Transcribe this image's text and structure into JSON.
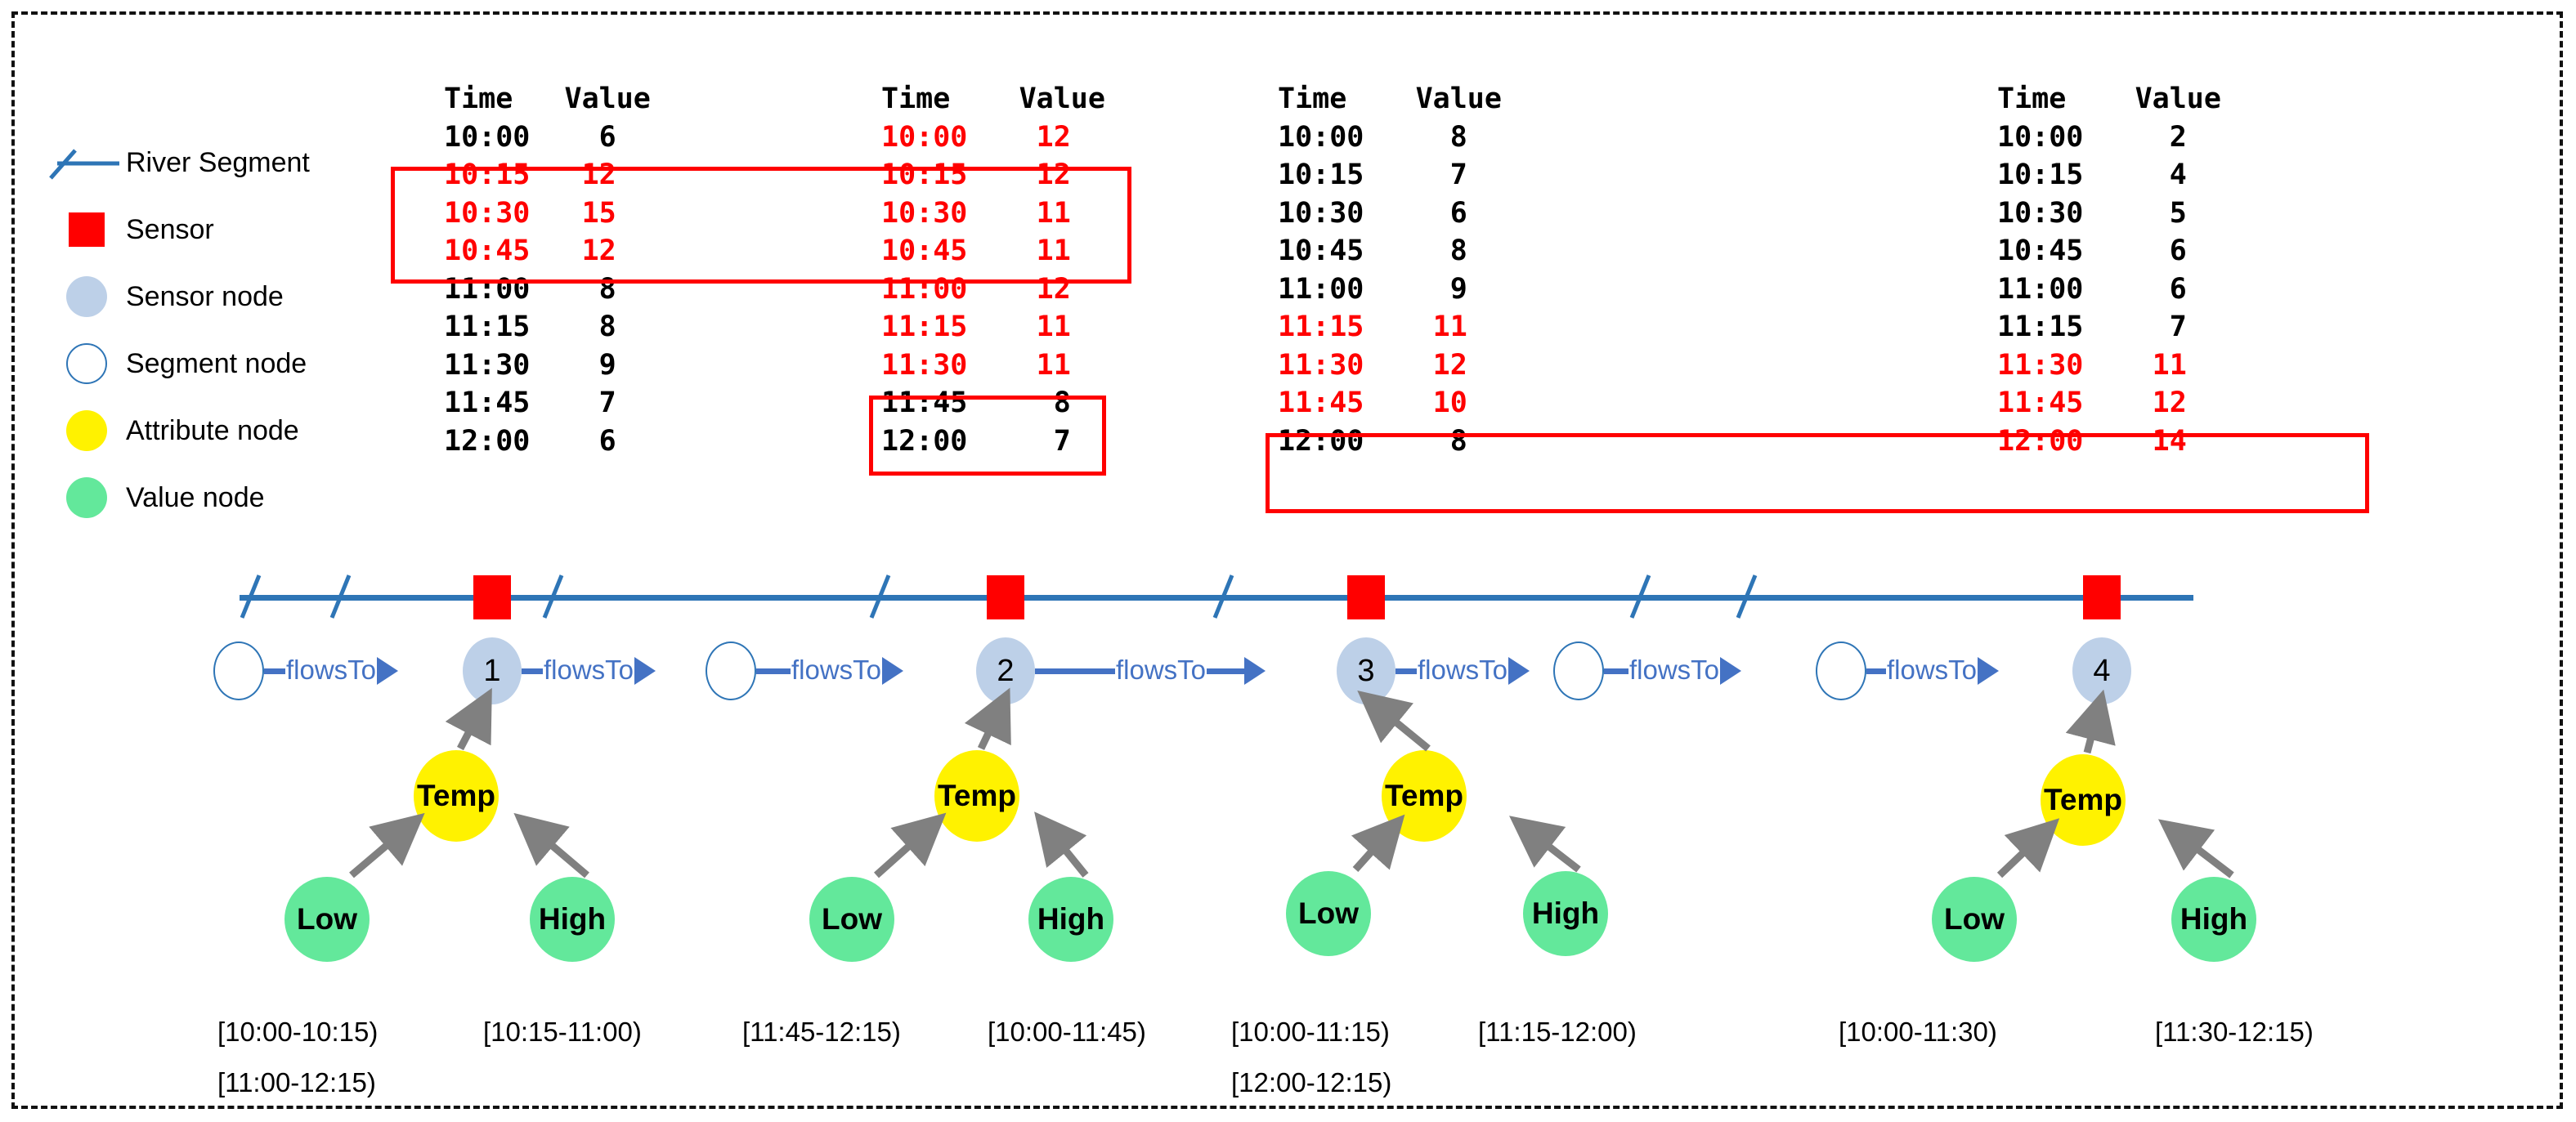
{
  "legend": {
    "items": [
      {
        "icon": "river-segment-line-icon",
        "label": "River Segment"
      },
      {
        "icon": "sensor-square-icon",
        "label": "Sensor"
      },
      {
        "icon": "sensor-node-circle-icon",
        "label": "Sensor node"
      },
      {
        "icon": "segment-node-circle-icon",
        "label": "Segment node"
      },
      {
        "icon": "attribute-node-circle-icon",
        "label": "Attribute node"
      },
      {
        "icon": "value-node-circle-icon",
        "label": "Value node"
      }
    ]
  },
  "colors": {
    "river": "#2e75b6",
    "sensor": "#FF0000",
    "sensor_node": "#bdd0e8",
    "segment_node": "#ffffff",
    "attribute_node": "#FFF200",
    "value_node": "#63E89B",
    "flows_to": "#4472C4",
    "highlight": "#FF0000",
    "arrow": "#808080"
  },
  "tables": {
    "headers": {
      "time": "Time",
      "value": "Value"
    },
    "series": [
      {
        "sensor": "1",
        "rows": [
          {
            "time": "10:00",
            "value": "6",
            "red": false
          },
          {
            "time": "10:15",
            "value": "12",
            "red": true
          },
          {
            "time": "10:30",
            "value": "15",
            "red": true
          },
          {
            "time": "10:45",
            "value": "12",
            "red": true
          },
          {
            "time": "11:00",
            "value": "8",
            "red": false
          },
          {
            "time": "11:15",
            "value": "8",
            "red": false
          },
          {
            "time": "11:30",
            "value": "9",
            "red": false
          },
          {
            "time": "11:45",
            "value": "7",
            "red": false
          },
          {
            "time": "12:00",
            "value": "6",
            "red": false
          }
        ]
      },
      {
        "sensor": "2",
        "rows": [
          {
            "time": "10:00",
            "value": "12",
            "red": true
          },
          {
            "time": "10:15",
            "value": "12",
            "red": true
          },
          {
            "time": "10:30",
            "value": "11",
            "red": true
          },
          {
            "time": "10:45",
            "value": "11",
            "red": true
          },
          {
            "time": "11:00",
            "value": "12",
            "red": true
          },
          {
            "time": "11:15",
            "value": "11",
            "red": true
          },
          {
            "time": "11:30",
            "value": "11",
            "red": true
          },
          {
            "time": "11:45",
            "value": "8",
            "red": false
          },
          {
            "time": "12:00",
            "value": "7",
            "red": false
          }
        ]
      },
      {
        "sensor": "3",
        "rows": [
          {
            "time": "10:00",
            "value": "8",
            "red": false
          },
          {
            "time": "10:15",
            "value": "7",
            "red": false
          },
          {
            "time": "10:30",
            "value": "6",
            "red": false
          },
          {
            "time": "10:45",
            "value": "8",
            "red": false
          },
          {
            "time": "11:00",
            "value": "9",
            "red": false
          },
          {
            "time": "11:15",
            "value": "11",
            "red": true
          },
          {
            "time": "11:30",
            "value": "12",
            "red": true
          },
          {
            "time": "11:45",
            "value": "10",
            "red": true
          },
          {
            "time": "12:00",
            "value": "8",
            "red": false
          }
        ]
      },
      {
        "sensor": "4",
        "rows": [
          {
            "time": "10:00",
            "value": "2",
            "red": false
          },
          {
            "time": "10:15",
            "value": "4",
            "red": false
          },
          {
            "time": "10:30",
            "value": "5",
            "red": false
          },
          {
            "time": "10:45",
            "value": "6",
            "red": false
          },
          {
            "time": "11:00",
            "value": "6",
            "red": false
          },
          {
            "time": "11:15",
            "value": "7",
            "red": false
          },
          {
            "time": "11:30",
            "value": "11",
            "red": true
          },
          {
            "time": "11:45",
            "value": "12",
            "red": true
          },
          {
            "time": "12:00",
            "value": "14",
            "red": true
          }
        ]
      }
    ]
  },
  "graph": {
    "sensor_node_labels": [
      "1",
      "2",
      "3",
      "4"
    ],
    "flows_to_label": "flowsTo",
    "attribute_label": "Temp",
    "value_labels": {
      "low": "Low",
      "high": "High"
    },
    "groups": [
      {
        "sensor": "1",
        "attribute": "Temp",
        "low_label": "Low",
        "high_label": "High",
        "low_intervals": [
          "[10:00-10:15)",
          "[11:00-12:15)"
        ],
        "high_intervals": [
          "[10:15-11:00)"
        ]
      },
      {
        "sensor": "2",
        "attribute": "Temp",
        "low_label": "Low",
        "high_label": "High",
        "low_intervals": [
          "[11:45-12:15)"
        ],
        "high_intervals": [
          "[10:00-11:45)"
        ]
      },
      {
        "sensor": "3",
        "attribute": "Temp",
        "low_label": "Low",
        "high_label": "High",
        "low_intervals": [
          "[10:00-11:15)",
          "[12:00-12:15)"
        ],
        "high_intervals": [
          "[11:15-12:00)"
        ]
      },
      {
        "sensor": "4",
        "attribute": "Temp",
        "low_label": "Low",
        "high_label": "High",
        "low_intervals": [
          "[10:00-11:30)"
        ],
        "high_intervals": [
          "[11:30-12:15)"
        ]
      }
    ]
  }
}
